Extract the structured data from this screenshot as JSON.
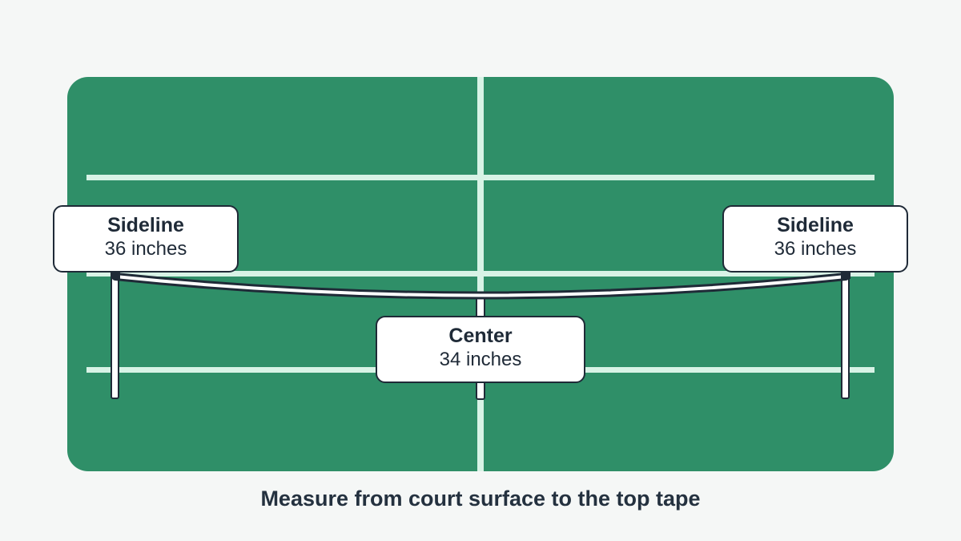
{
  "colors": {
    "background": "#f5f7f6",
    "court": "#2f8f68",
    "court_lines": "#d8f3e6",
    "outline": "#1f2a37",
    "callout_fill": "#ffffff",
    "text": "#1f2a37"
  },
  "callouts": {
    "left": {
      "title": "Sideline",
      "value": "36 inches"
    },
    "right": {
      "title": "Sideline",
      "value": "36 inches"
    },
    "center": {
      "title": "Center",
      "value": "34 inches"
    }
  },
  "caption": "Measure from court surface to the top tape"
}
